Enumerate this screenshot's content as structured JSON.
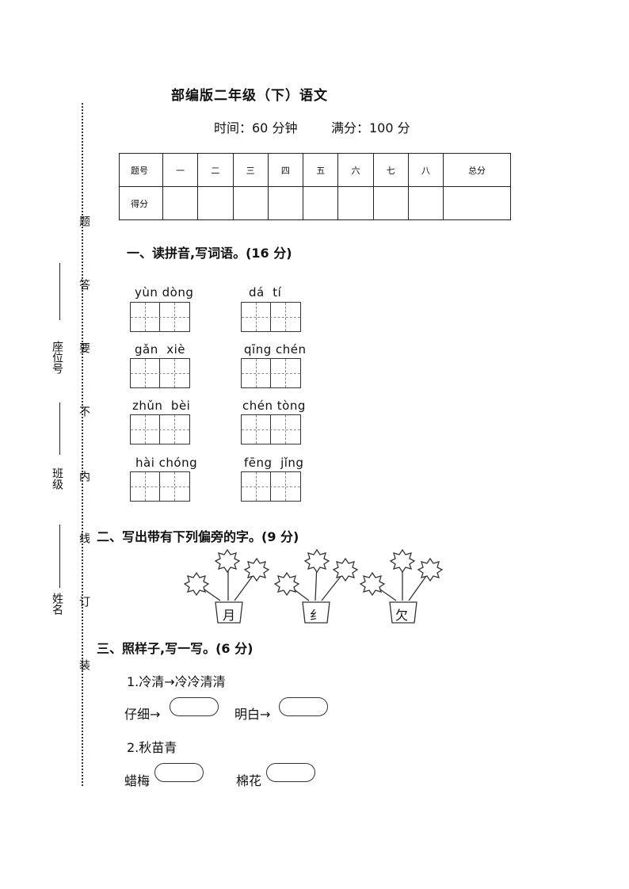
{
  "header": {
    "title": "部编版二年级（下）语文",
    "time": "时间：60 分钟",
    "full_score": "满分：100 分"
  },
  "binding": {
    "warning_chars": [
      "题",
      "答",
      "要",
      "不",
      "内",
      "线",
      "订",
      "装"
    ],
    "labels": [
      "座位号",
      "班级",
      "姓名"
    ]
  },
  "score_table": {
    "header_row": [
      "题号",
      "一",
      "二",
      "三",
      "四",
      "五",
      "六",
      "七",
      "八",
      "总分"
    ],
    "score_label": "得分"
  },
  "section1": {
    "heading": "一、读拼音,写词语。(16 分)",
    "items": [
      {
        "pinyin": "yùn dòng"
      },
      {
        "pinyin": "dá  tí"
      },
      {
        "pinyin": "gǎn  xiè"
      },
      {
        "pinyin": "qīng chén"
      },
      {
        "pinyin": "zhǔn  bèi"
      },
      {
        "pinyin": "chén tòng"
      },
      {
        "pinyin": "hài chóng"
      },
      {
        "pinyin": "fēng  jǐng"
      }
    ]
  },
  "section2": {
    "heading": "二、写出带有下列偏旁的字。(9 分)",
    "radicals": [
      "月",
      "纟",
      "欠"
    ]
  },
  "section3": {
    "heading": "三、照样子,写一写。(6 分)",
    "example1": "1.冷清→冷冷清清",
    "word1a": "仔细→",
    "word1b": "明白→",
    "example2": "2.秋苗青",
    "word2a": "蜡梅",
    "word2b": "棉花"
  }
}
